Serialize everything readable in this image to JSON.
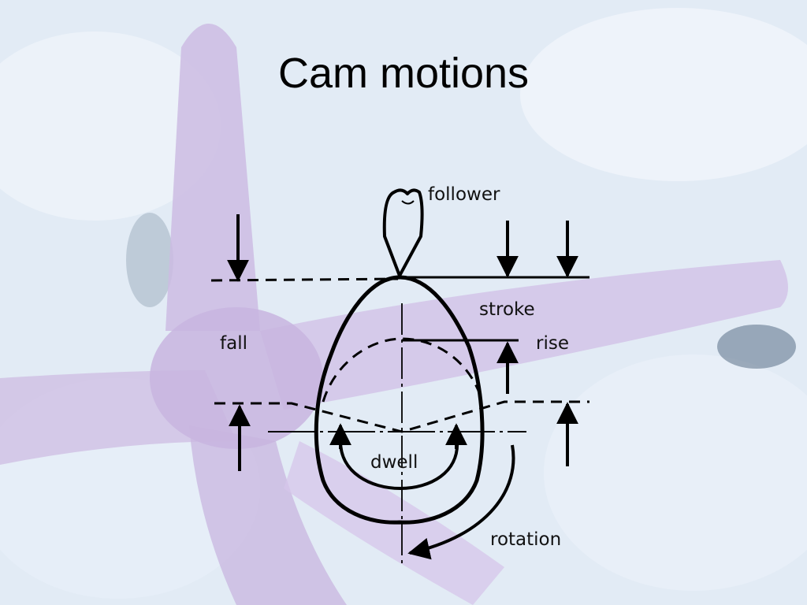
{
  "slide": {
    "title": "Cam motions"
  },
  "diagram": {
    "labels": {
      "follower": "follower",
      "stroke": "stroke",
      "fall": "fall",
      "rise": "rise",
      "dwell": "dwell",
      "rotation": "rotation"
    }
  },
  "colors": {
    "background": "#dfe8f3",
    "starfish": "#c9b6e0",
    "lines": "#000000"
  }
}
